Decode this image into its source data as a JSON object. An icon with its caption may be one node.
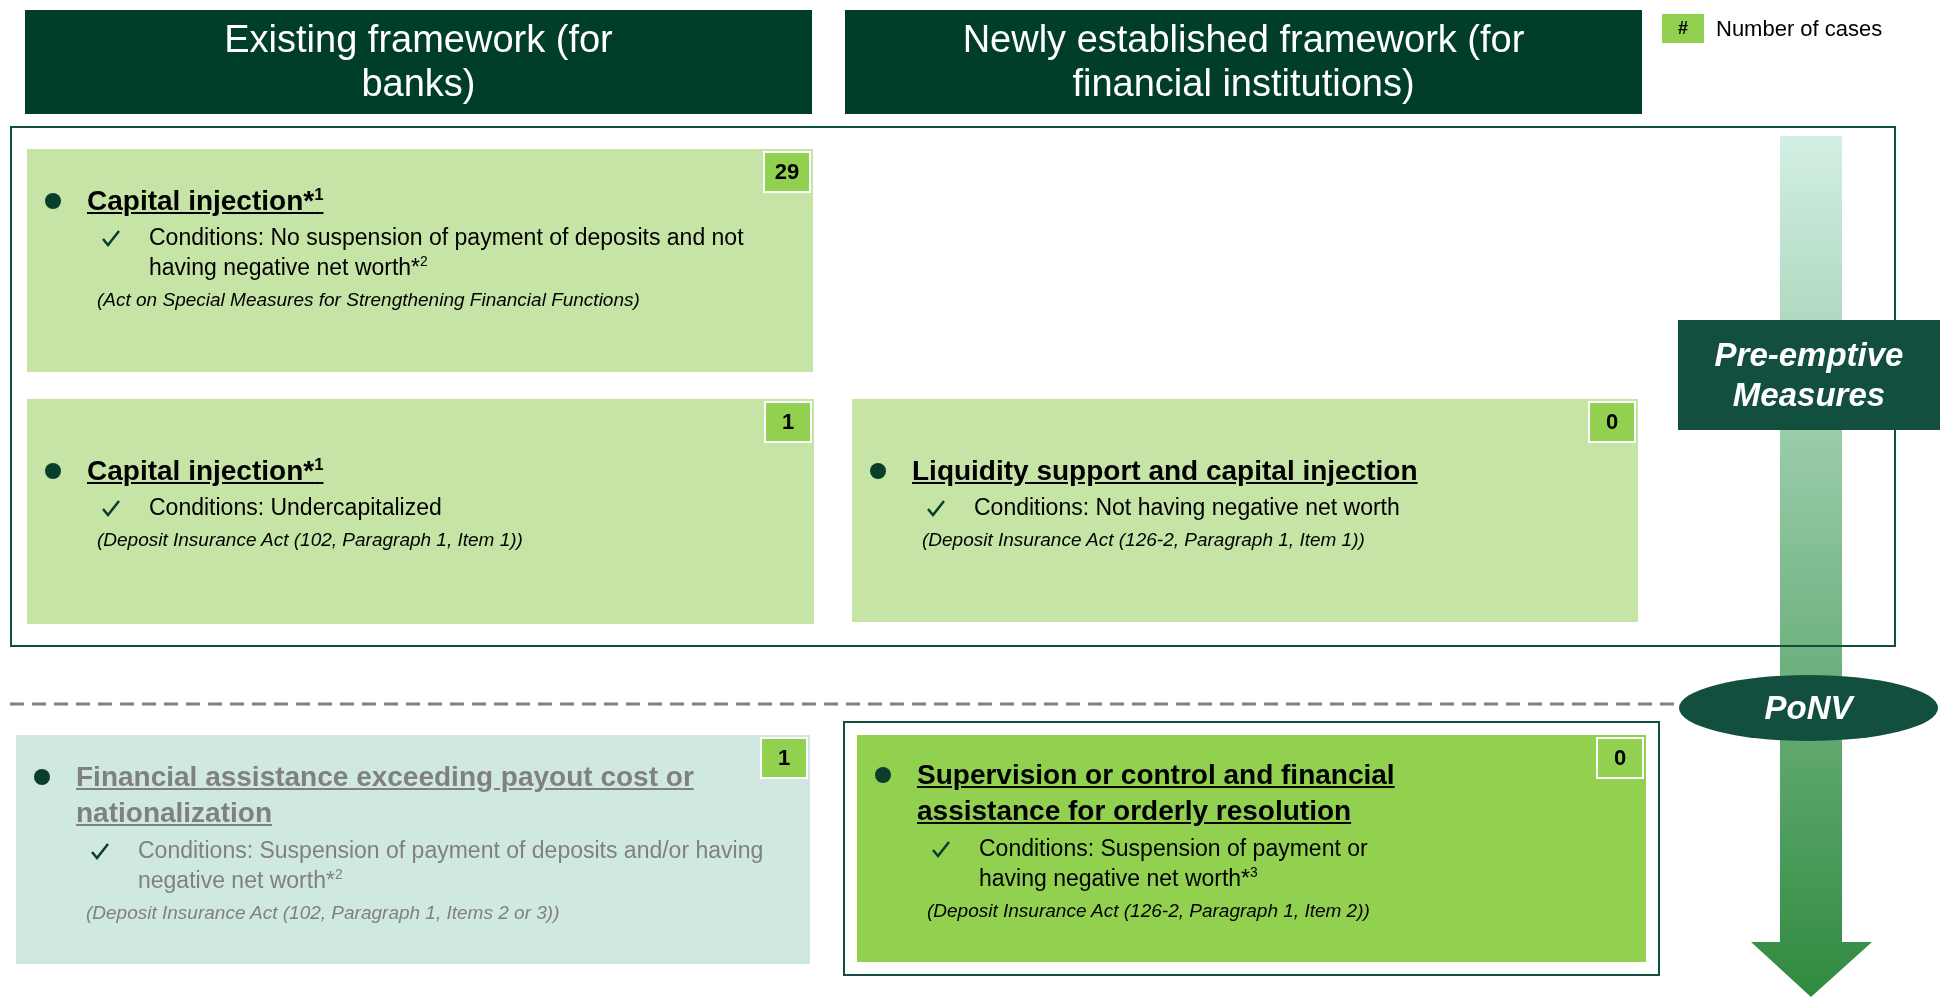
{
  "diagram": {
    "nodes": [
      {
        "text": [
          "Existing framework (for banks)"
        ]
      },
      {
        "text": [
          "Newly established framework (for financial institutions)"
        ]
      },
      {
        "text": [],
        "shape": "box"
      },
      {
        "text": [
          "Capital injection*$^{1}$",
          "Conditions: No suspension of payment of deposits and not having negative net worth*$^{2}$",
          "(Act on Special Measures for Strengthening Financial Functions)",
          "29"
        ],
        "in": 2
      },
      {
        "text": [
          "Capital injection*$^{1}$",
          "Conditions: Undercapitalized",
          "(Deposit Insurance Act (102, Paragraph 1, Item 1))",
          "1"
        ],
        "in": 2
      },
      {
        "text": [
          "Liquidity support and capital injection",
          "Conditions: Not having negative net worth",
          "(Deposit Insurance Act (126-2, Paragraph 1, Item 1))",
          "0"
        ],
        "in": 2
      },
      {
        "text": [
          "Pre-emptive Measures"
        ]
      },
      {
        "text": [
          "PoNV"
        ]
      },
      {
        "text": [
          "Financial assistance exceeding payout cost or nationalization",
          "Conditions: Suspension of payment of deposits and/or having negative net worth*$^{2}$",
          "(Deposit Insurance Act (102, Paragraph 1, Items 2 or 3))",
          "1"
        ]
      },
      {
        "text": [
          "Supervision or control and financial assistance for orderly resolution",
          "Conditions: Suspension of payment or having negative net worth*$^{3}$",
          "(Deposit Insurance Act (126-2, Paragraph 1, Item 2))",
          "0"
        ]
      }
    ],
    "labels": [
      "#"
    ],
    "legend": [
      {
        "text": "Number of cases",
        "color": "#92d050"
      }
    ]
  }
}
